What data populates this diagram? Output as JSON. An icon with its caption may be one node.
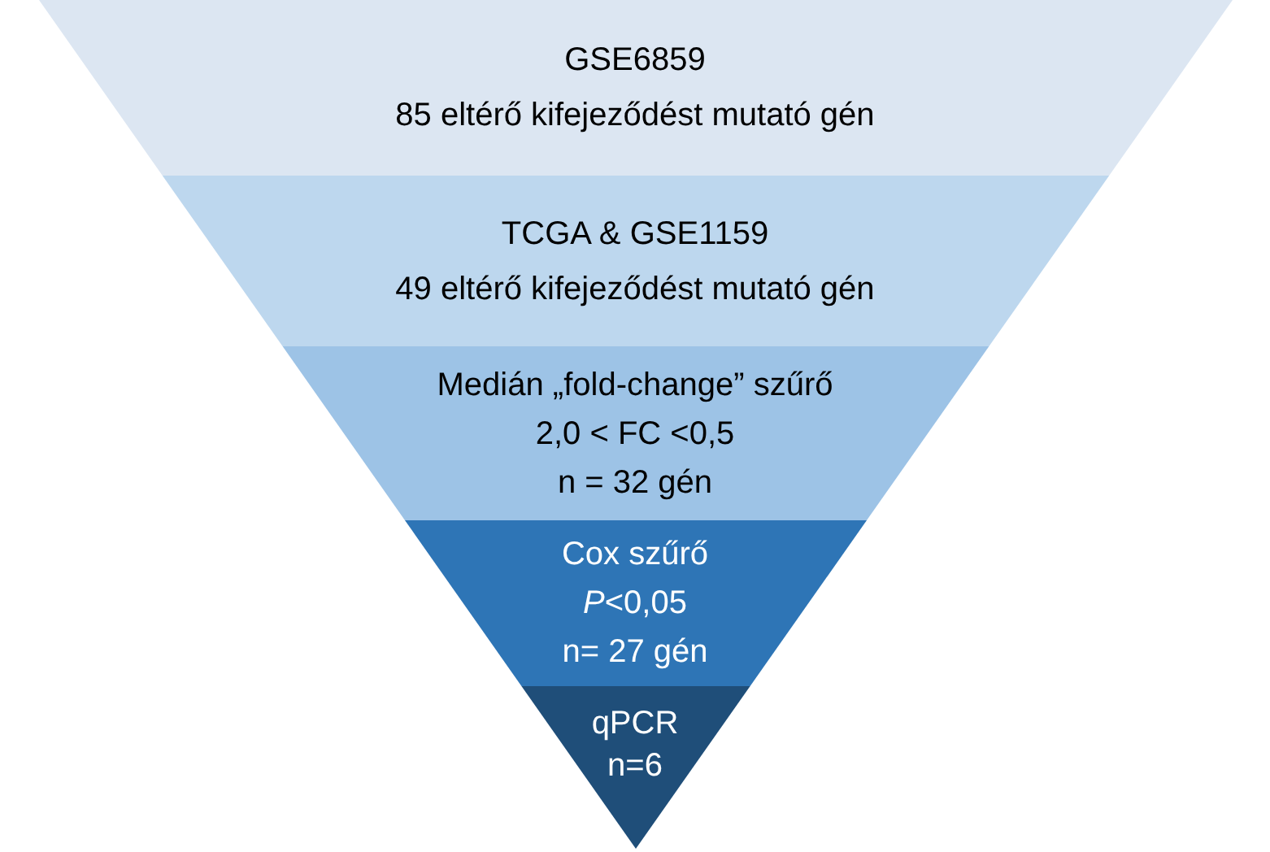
{
  "diagram": {
    "nodes": [
      {
        "text": [
          "GSE6859",
          "85 eltérő kifejeződést mutató gén"
        ]
      },
      {
        "text": [
          "TCGA & GSE1159",
          "49 eltérő kifejeződést mutató gén"
        ]
      },
      {
        "text": [
          "Medián „fold-change” szűrő",
          "2,0 < FC <0,5",
          "n = 32 gén"
        ]
      },
      {
        "text": [
          "Cox szűrő",
          "*P*<0,05",
          "n= 27 gén"
        ]
      },
      {
        "text": [
          "qPCR",
          "n=6"
        ]
      }
    ]
  }
}
